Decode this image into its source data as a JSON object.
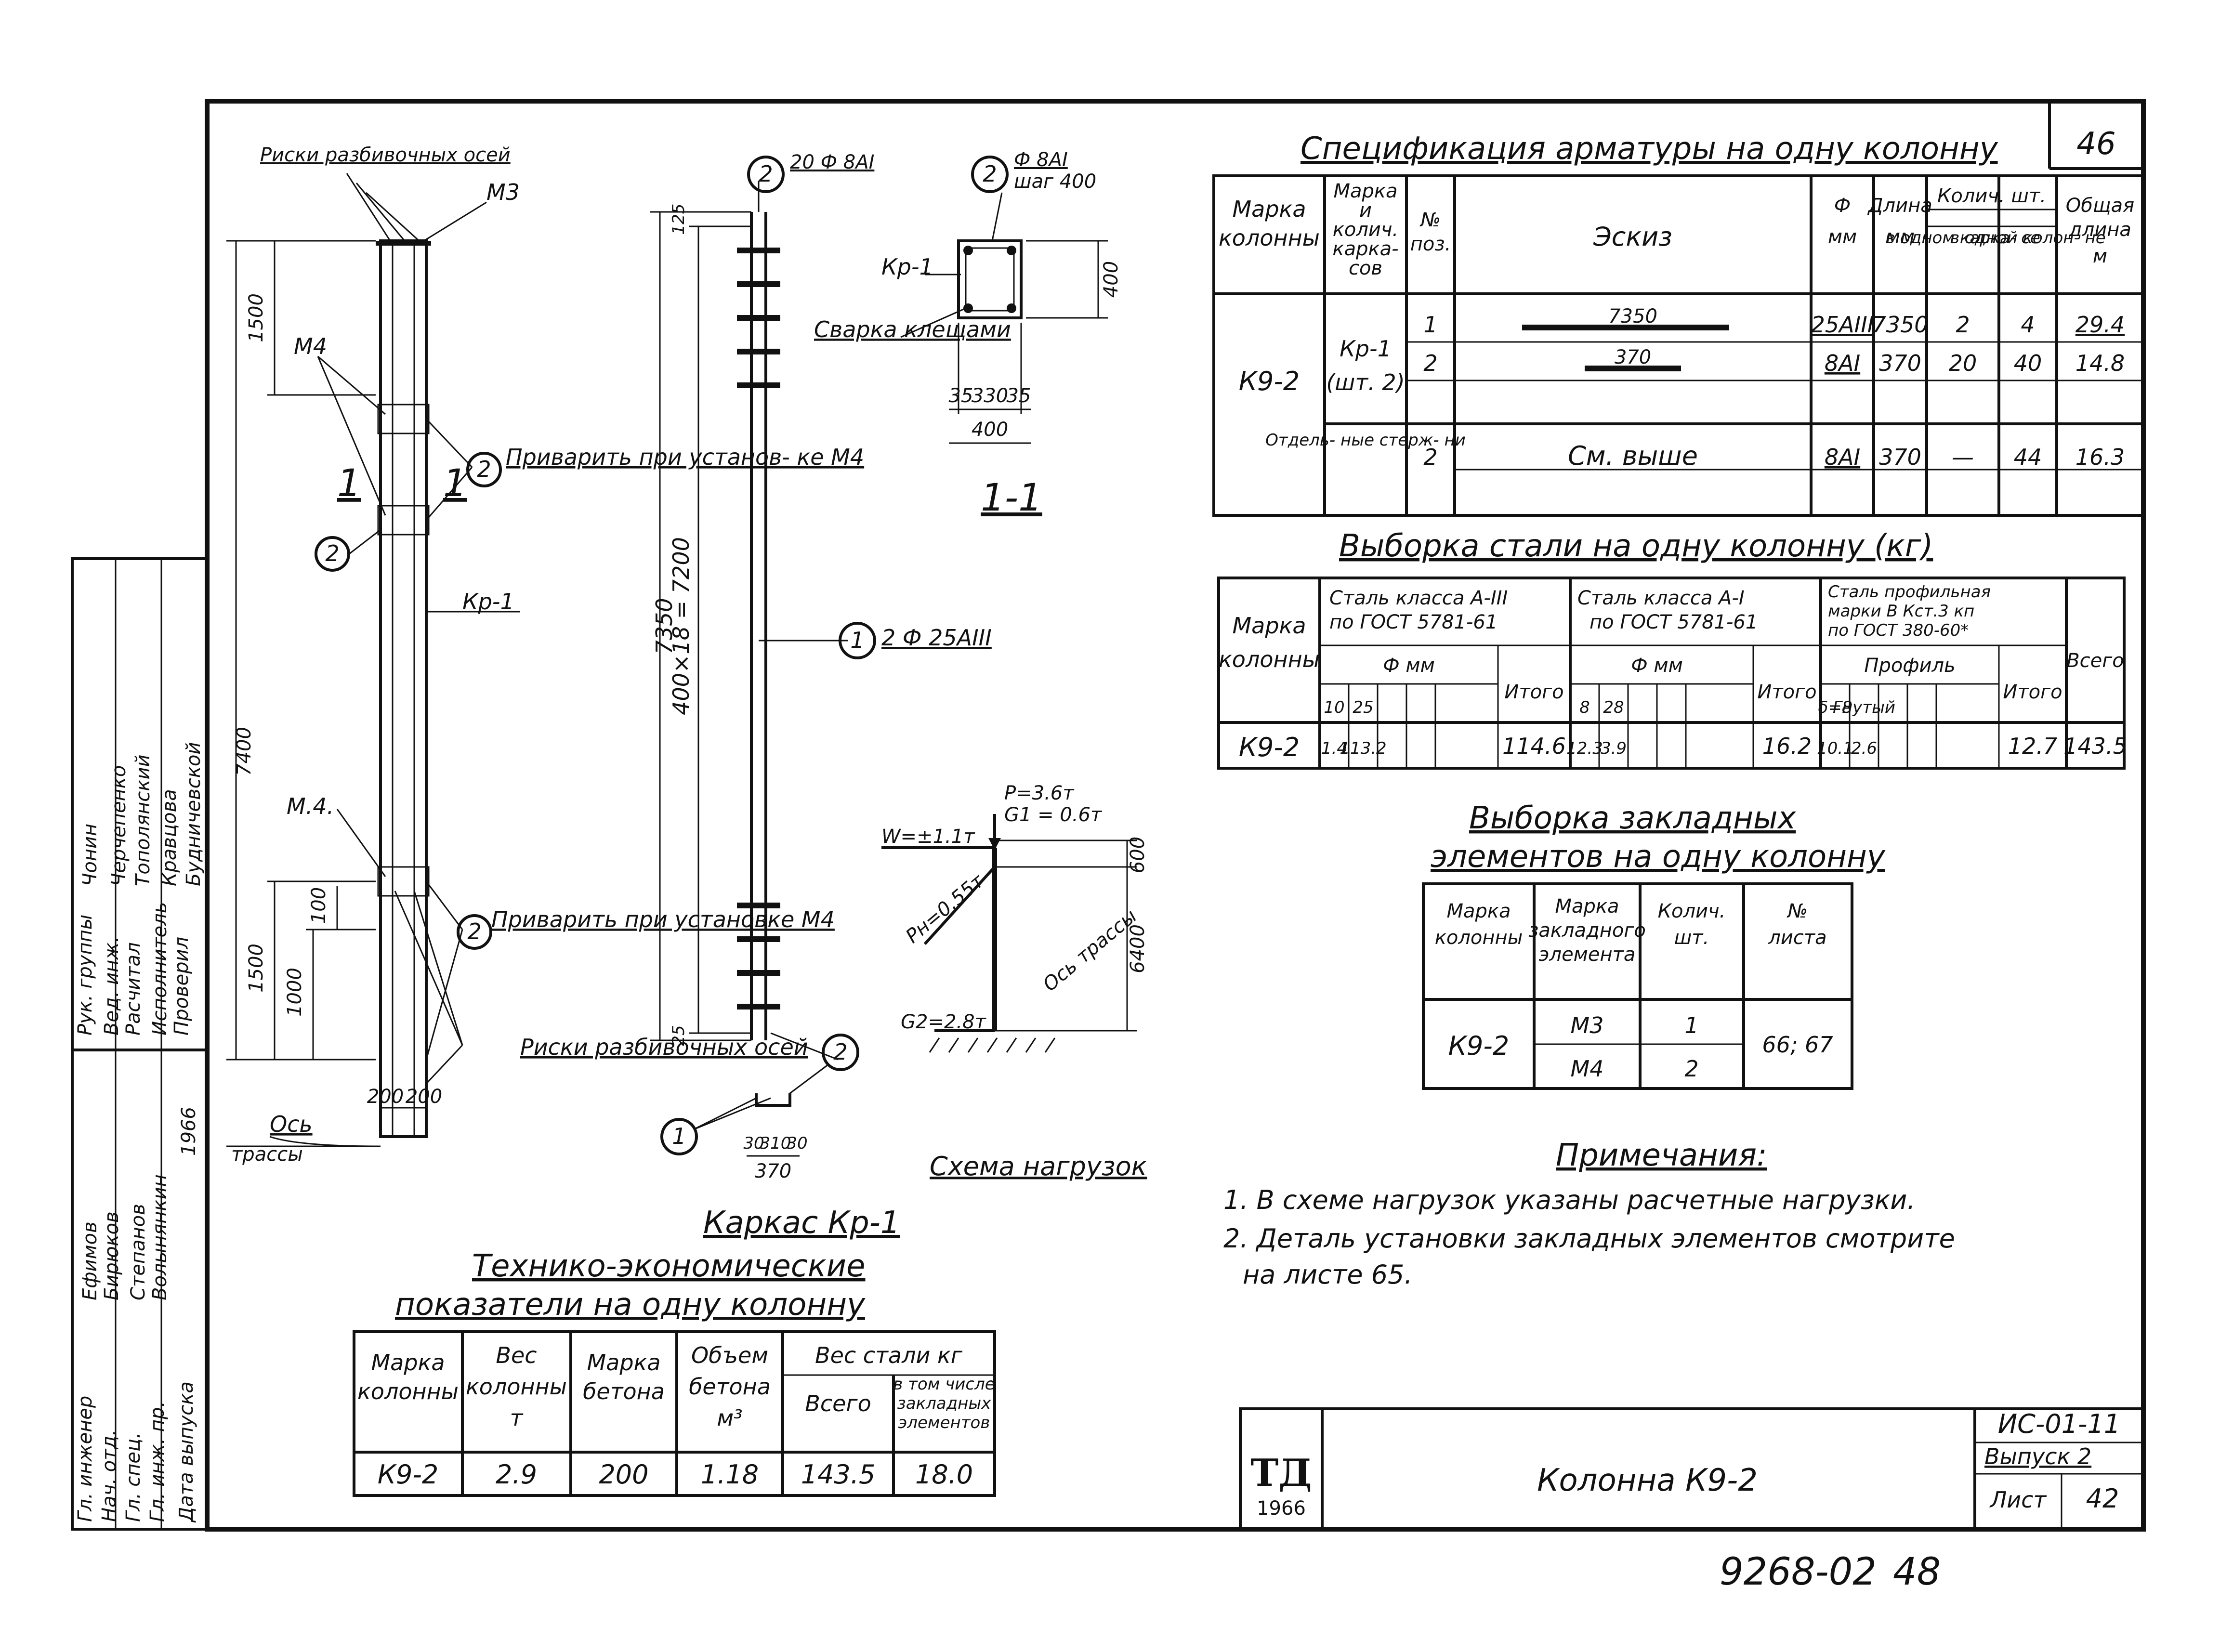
{
  "page_number": "46",
  "spec": {
    "title": "Спецификация арматуры на одну колонну",
    "h_mark": "Марка колонны",
    "h_frames": "Марка и колич. карка- сов",
    "h_pos": "№ поз.",
    "h_sketch": "Эскиз",
    "h_dia": "Ф мм",
    "h_len": "Длина мм",
    "h_qty": "Колич. шт.",
    "h_qty_a": "в одном карка- се",
    "h_qty_b": "в одной колон- не",
    "h_total": "Общая длина м",
    "col_mark": "К9-2",
    "frame": "Кр-1",
    "frame_qty": "(шт. 2)",
    "separate": "Отдель- ные стерж- ни",
    "see_above": "См. выше",
    "rows": [
      {
        "pos": "1",
        "sketch": "7350",
        "dia": "25АIII",
        "len": "7350",
        "a": "2",
        "b": "4",
        "total": "29.4"
      },
      {
        "pos": "2",
        "sketch": "370",
        "dia": "8AI",
        "len": "370",
        "a": "20",
        "b": "40",
        "total": "14.8"
      },
      {
        "pos": "2",
        "sketch": "",
        "dia": "8AI",
        "len": "370",
        "a": "—",
        "b": "44",
        "total": "16.3"
      }
    ]
  },
  "steel": {
    "title": "Выборка стали на одну колонну (кг)",
    "h_mark": "Марка колонны",
    "h_a3": "Сталь класса А-III по ГОСТ 5781-61",
    "h_a1": "Сталь класса А-I по ГОСТ 5781-61",
    "h_prof": "Сталь профильная марки В Кст.3 кп по ГОСТ 380-60*",
    "h_dia": "Ф мм",
    "h_itogo": "Итого",
    "h_profil": "Профиль",
    "h_total": "Всего",
    "d_a3": [
      "10",
      "25"
    ],
    "d_a1": [
      "8",
      "28"
    ],
    "d_prof": [
      "δ=8",
      "Гнутый"
    ],
    "row": {
      "mark": "К9-2",
      "a3": [
        "1.4",
        "113.2"
      ],
      "a3_itogo": "114.6",
      "a1": [
        "12.3",
        "3.9"
      ],
      "a1_itogo": "16.2",
      "prof": [
        "10.1",
        "2.6"
      ],
      "prof_itogo": "12.7",
      "total": "143.5"
    }
  },
  "embed": {
    "title1": "Выборка закладных",
    "title2": "элементов на одну колонну",
    "h_mark": "Марка колонны",
    "h_emb": "Марка закладного элемента",
    "h_qty": "Колич. шт.",
    "h_sheet": "№ листа",
    "col_mark": "К9-2",
    "items": [
      {
        "mark": "М3",
        "qty": "1"
      },
      {
        "mark": "М4",
        "qty": "2"
      }
    ],
    "sheets": "66; 67"
  },
  "notes": {
    "title": "Примечания:",
    "n1": "1. В схеме нагрузок указаны расчетные нагрузки.",
    "n2a": "2. Деталь установки закладных элементов смотрите",
    "n2b": "на листе 65."
  },
  "tep": {
    "title1": "Технико-экономические",
    "title2": "показатели на одну колонну",
    "h_mark": "Марка колонны",
    "h_weight": "Вес колонны т",
    "h_grade": "Марка бетона",
    "h_volume": "Объем бетона м³",
    "h_steel": "Вес стали кг",
    "h_all": "Всего",
    "h_emb": "в том числе закладных элементов",
    "row": {
      "mark": "К9-2",
      "weight": "2.9",
      "grade": "200",
      "volume": "1.18",
      "all": "143.5",
      "emb": "18.0"
    }
  },
  "title_block": {
    "logo": "ТД",
    "year": "1966",
    "name": "Колонна К9-2",
    "series": "ИС-01-11",
    "issue": "Выпуск 2",
    "sheet_label": "Лист",
    "sheet_no": "42"
  },
  "archive_no": "9268-02",
  "archive_page": "48",
  "stamp": {
    "roles": [
      "Рук. группы",
      "Вед. инж.",
      "Расчитал",
      "Исполнитель",
      "Проверил"
    ],
    "names": [
      "Чонин",
      "Черчепенко",
      "Тополянский",
      "Кравцова",
      "Будничевской"
    ],
    "left_col": [
      "Гл. инженер",
      "Нач. отд.",
      "Гл. спец.",
      "Гл. инж. пр.",
      "Дата выпуска"
    ],
    "left_names": [
      "Ефимов",
      "Бирюков",
      "Степанов",
      "Волынянкин",
      "1966"
    ]
  },
  "elevation": {
    "label_m3": "М3",
    "label_m4_top": "М4",
    "label_m4_bot": "М.4.",
    "risks_top": "Риски разбивочных осей",
    "risks_bot": "Риски разбивочных осей",
    "weld_top": "Приварить при установ- ке М4",
    "weld_bot": "Приварить при установке М4",
    "kr1": "Кр-1",
    "sec_mark": "1",
    "dim_top": "1500",
    "dim_bot": "1500",
    "dim_1000": "1000",
    "dim_100": "100",
    "dim_total": "7400",
    "dim_200a": "200",
    "dim_200b": "200",
    "axis": "Ось трассы"
  },
  "frame_view": {
    "dim_7350": "7350",
    "dim_pitch": "400×18 = 7200",
    "dim_125a": "125",
    "dim_25b": "25",
    "call_top": "20 Ф 8AI",
    "call_mid": "2 Ф 25АIII",
    "callout_1": "1",
    "callout_2": "2",
    "bar_dims": [
      "30",
      "310",
      "30"
    ],
    "bar_len": "370",
    "title": "Каркас Кр-1"
  },
  "section": {
    "call": "Ф 8AI",
    "pitch": "шаг 400",
    "kr1": "Кр-1",
    "weld": "Сварка клещами",
    "d400": "400",
    "d35a": "35",
    "d330": "330",
    "d35b": "35",
    "d400b": "400",
    "title": "1-1"
  },
  "loads": {
    "P": "P=3.6т",
    "G1": "G1 = 0.6т",
    "W": "W=±1.1т",
    "Ph": "Рн=0.55т",
    "G2": "G2=2.8т",
    "axis": "Ось трассы",
    "d600": "600",
    "d6400": "6400",
    "title": "Схема нагрузок"
  }
}
